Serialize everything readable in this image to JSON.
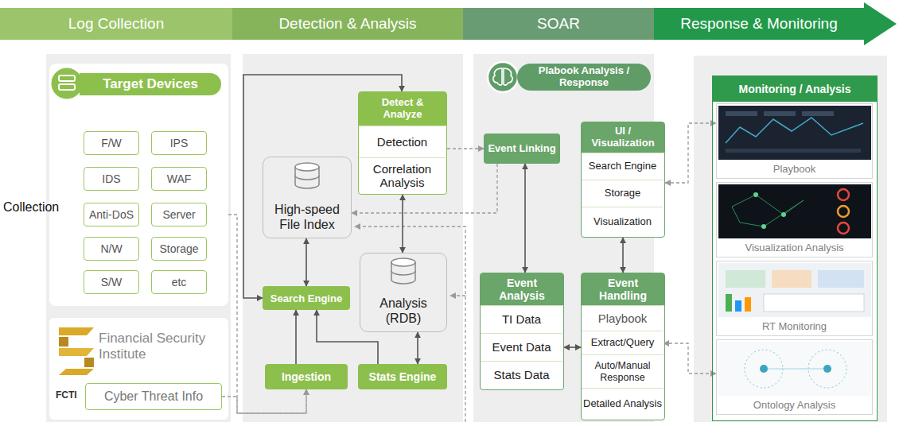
{
  "diagram": {
    "nodes": [
      {
        "text": [
          "Log Collection"
        ]
      },
      {
        "text": [
          "Detection & Analysis"
        ]
      },
      {
        "text": [
          "SOAR"
        ]
      },
      {
        "text": [
          "Response & Monitoring"
        ]
      },
      {
        "text": [
          "Target Devices"
        ]
      },
      {
        "text": [
          "F/W"
        ],
        "in": 4
      },
      {
        "text": [
          "IPS"
        ],
        "in": 4
      },
      {
        "text": [
          "IDS"
        ],
        "in": 4
      },
      {
        "text": [
          "WAF"
        ],
        "in": 4
      },
      {
        "text": [
          "Anti-DoS"
        ],
        "in": 4
      },
      {
        "text": [
          "Server"
        ],
        "in": 4
      },
      {
        "text": [
          "N/W"
        ],
        "in": 4
      },
      {
        "text": [
          "Storage"
        ],
        "in": 4
      },
      {
        "text": [
          "S/W"
        ],
        "in": 4
      },
      {
        "text": [
          "etc"
        ],
        "in": 4
      },
      {
        "text": [
          "Financial Security Institute",
          "FCTI"
        ]
      },
      {
        "text": [
          "Cyber Threat Info"
        ],
        "in": 15
      },
      {
        "text": [
          "Detect & Analyze"
        ]
      },
      {
        "text": [
          "Detection"
        ],
        "in": 17
      },
      {
        "text": [
          "Correlation Analysis"
        ],
        "in": 17
      },
      {
        "text": [
          "High-speed File Index"
        ]
      },
      {
        "text": [
          "Search Engine"
        ]
      },
      {
        "text": [
          "Analysis (RDB)"
        ]
      },
      {
        "text": [
          "Ingestion"
        ]
      },
      {
        "text": [
          "Stats Engine"
        ]
      },
      {
        "text": [
          "Plabook Analysis / Response"
        ]
      },
      {
        "text": [
          "Event Linking"
        ]
      },
      {
        "text": [
          "UI / Visualization"
        ]
      },
      {
        "text": [
          "Search Engine"
        ],
        "in": 27
      },
      {
        "text": [
          "Storage"
        ],
        "in": 27
      },
      {
        "text": [
          "Visualization"
        ],
        "in": 27
      },
      {
        "text": [
          "Event Analysis"
        ]
      },
      {
        "text": [
          "TI Data"
        ],
        "in": 31
      },
      {
        "text": [
          "Event Data"
        ],
        "in": 31
      },
      {
        "text": [
          "Stats Data"
        ],
        "in": 31
      },
      {
        "text": [
          "Event Handling"
        ]
      },
      {
        "text": [
          "Playbook"
        ],
        "in": 35
      },
      {
        "text": [
          "Extract/Query"
        ],
        "in": 35
      },
      {
        "text": [
          "Auto/Manual Response"
        ],
        "in": 35
      },
      {
        "text": [
          "Detailed Analysis"
        ],
        "in": 35
      },
      {
        "text": [
          "Monitoring / Analysis"
        ]
      },
      {
        "text": [
          "Playbook"
        ],
        "in": 40
      },
      {
        "text": [
          "Visualization Analysis"
        ],
        "in": 40
      },
      {
        "text": [
          "RT Monitoring"
        ],
        "in": 40
      },
      {
        "text": [
          "Ontology Analysis"
        ],
        "in": 40
      }
    ],
    "edges": [
      {
        "from": 21,
        "to": 17,
        "arrow": "both"
      },
      {
        "from": 20,
        "to": 21,
        "arrow": "both"
      },
      {
        "from": 17,
        "to": 22,
        "arrow": "both"
      },
      {
        "from": 22,
        "to": 24,
        "arrow": "both"
      },
      {
        "from": 23,
        "to": 21,
        "arrow": "to"
      },
      {
        "from": 24,
        "to": 21,
        "arrow": "to"
      },
      {
        "from": 4,
        "to": 23,
        "arrow": "to"
      },
      {
        "from": 16,
        "to": 23,
        "arrow": "to"
      },
      {
        "from": 17,
        "to": 26,
        "arrow": "to"
      },
      {
        "from": 26,
        "to": 20,
        "arrow": "to"
      },
      {
        "from": 26,
        "to": 31,
        "arrow": "both"
      },
      {
        "from": 31,
        "to": 35,
        "arrow": "both"
      },
      {
        "from": 27,
        "to": 35,
        "arrow": "both"
      },
      {
        "from": 27,
        "to": 41,
        "arrow": "both"
      },
      {
        "from": 37,
        "to": 44,
        "arrow": "both"
      }
    ],
    "labels": [
      "Collection"
    ]
  }
}
